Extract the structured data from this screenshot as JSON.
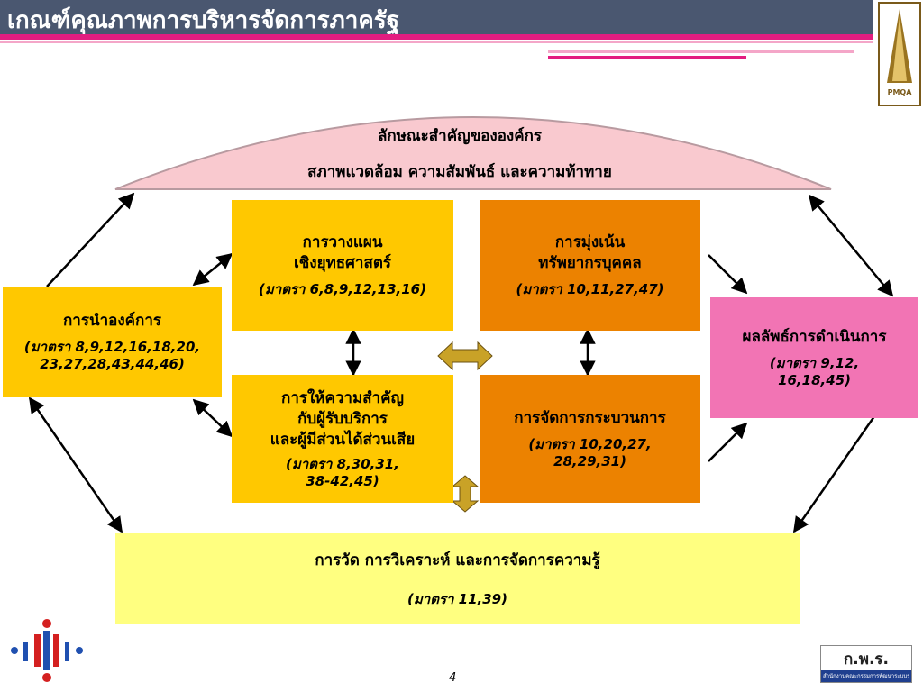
{
  "header": {
    "title": "เกณฑ์คุณภาพการบริหารจัดการภาครัฐ",
    "logo_text": "PMQA"
  },
  "dome": {
    "line1": "ลักษณะสำคัญขององค์กร",
    "line2": "สภาพแวดล้อม ความสัมพันธ์ และความท้าทาย"
  },
  "boxes": {
    "leadership": {
      "title": "การนำองค์การ",
      "ref1": "(มาตรา  8,9,12,16,18,20,",
      "ref2": "23,27,28,43,44,46)"
    },
    "planning": {
      "title1": "การวางแผน",
      "title2": "เชิงยุทธศาสตร์",
      "ref": "(มาตรา  6,8,9,12,13,16)"
    },
    "hr": {
      "title1": "การมุ่งเน้น",
      "title2": "ทรัพยากรบุคคล",
      "ref": "(มาตรา 10,11,27,47)"
    },
    "customer": {
      "title1": "การให้ความสำคัญ",
      "title2": "กับผู้รับบริการ",
      "title3": "และผู้มีส่วนได้ส่วนเสีย",
      "ref1": "(มาตรา  8,30,31,",
      "ref2": "38-42,45)"
    },
    "process": {
      "title": "การจัดการกระบวนการ",
      "ref1": "(มาตรา 10,20,27,",
      "ref2": "28,29,31)"
    },
    "results": {
      "title": "ผลลัพธ์การดำเนินการ",
      "ref1": "(มาตรา 9,12,",
      "ref2": "16,18,45)"
    },
    "measurement": {
      "title": "การวัด การวิเคราะห์ และการจัดการความรู้",
      "ref": "(มาตรา  11,39)"
    }
  },
  "footer": {
    "page_number": "4",
    "gp_logo_text": "ก.พ.ร.",
    "gp_logo_caption": "สำนักงานคณะกรรมการพัฒนาระบบราชการ"
  },
  "colors": {
    "header_bg": "#4a5770",
    "accent_pink": "#e31d80",
    "dome_fill": "#f9c9cf",
    "box_yellow": "#ffc800",
    "box_orange": "#ec8200",
    "box_pink": "#f274b4",
    "box_lightyellow": "#ffff80",
    "arrow_gold": "#c9a227"
  }
}
